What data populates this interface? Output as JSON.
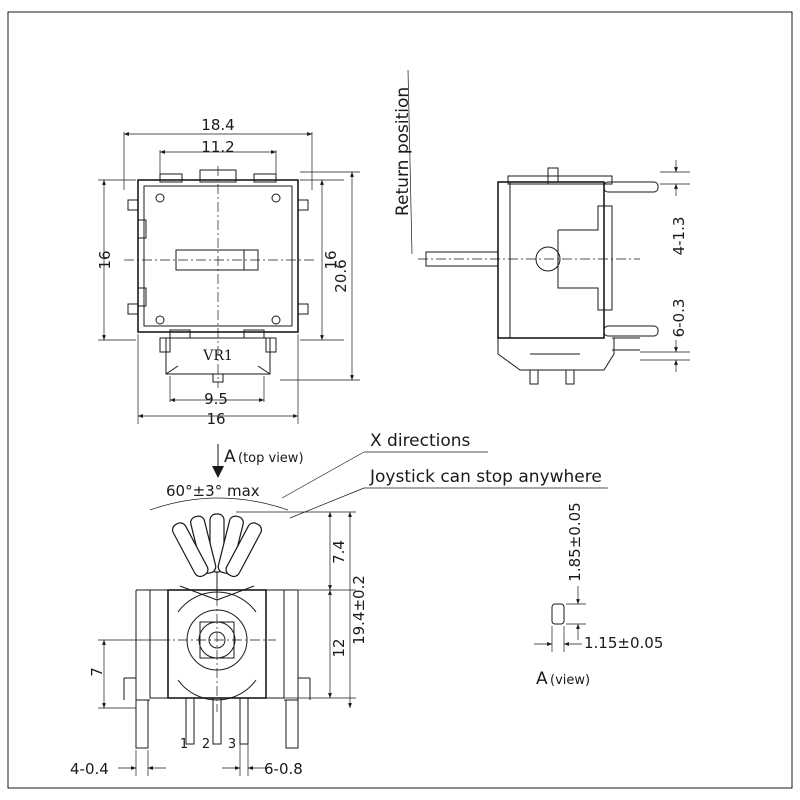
{
  "top_view": {
    "dims": {
      "w_outer": "18.4",
      "w_inner": "11.2",
      "w_tab": "9.5",
      "w_base": "16",
      "h_left": "16",
      "h_right": "16",
      "h_total": "20.6"
    },
    "chip_label": "VR1"
  },
  "side_view": {
    "return_position": "Return position",
    "dim_top": "4-1.3",
    "dim_bottom": "6-0.3"
  },
  "front_view": {
    "top_view_marker": "A",
    "top_view_suffix": "(top view)",
    "x_directions": "X directions",
    "joystick_note": "Joystick can stop anywhere",
    "angle": "60°±3° max",
    "dim_74": "7.4",
    "dim_194": "19.4±0.2",
    "dim_12": "12",
    "dim_7": "7",
    "pin_1": "1",
    "pin_2": "2",
    "pin_3": "3",
    "dim_left_pins": "4-0.4",
    "dim_right_pins": "6-0.8"
  },
  "a_view": {
    "dim_height": "1.85±0.05",
    "dim_width": "1.15±0.05",
    "marker": "A",
    "suffix": "(view)"
  }
}
